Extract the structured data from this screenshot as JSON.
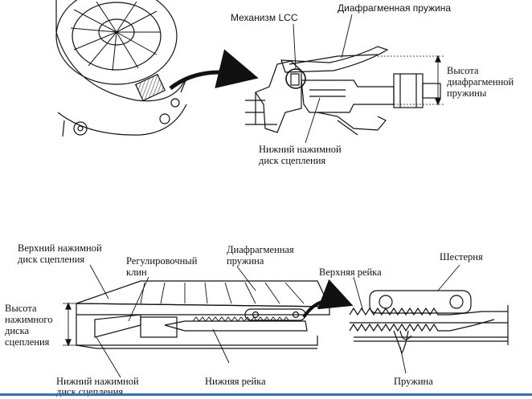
{
  "labels": {
    "lcc_mechanism": "Механизм LCC",
    "diaphragm_spring_top": "Диафрагменная пружина",
    "spring_height_line1": "Высота",
    "spring_height_line2": "диафрагменной",
    "spring_height_line3": "пружины",
    "lower_disc_top_line1": "Нижний нажимной",
    "lower_disc_top_line2": "диск сцепления",
    "upper_disc_line1": "Верхний нажимной",
    "upper_disc_line2": "диск сцепления",
    "adjust_wedge_line1": "Регулировочный",
    "adjust_wedge_line2": "клин",
    "diaphragm_spring_bottom_line1": "Диафрагменная",
    "diaphragm_spring_bottom_line2": "пружина",
    "gear": "Шестерня",
    "upper_rack": "Верхняя рейка",
    "disc_height_line1": "Высота",
    "disc_height_line2": "нажимного",
    "disc_height_line3": "диска",
    "disc_height_line4": "сцепления",
    "lower_disc_bottom_line1": "Нижний нажимной",
    "lower_disc_bottom_line2": "диск сцепления",
    "lower_rack": "Нижняя рейка",
    "spring": "Пружина"
  },
  "colors": {
    "ink": "#111111",
    "hatch": "#444444",
    "paper": "#ffffff",
    "accent_rule": "#2f6fd0"
  },
  "icons": {
    "pointer_arrow": "curved-arrow-icon"
  }
}
